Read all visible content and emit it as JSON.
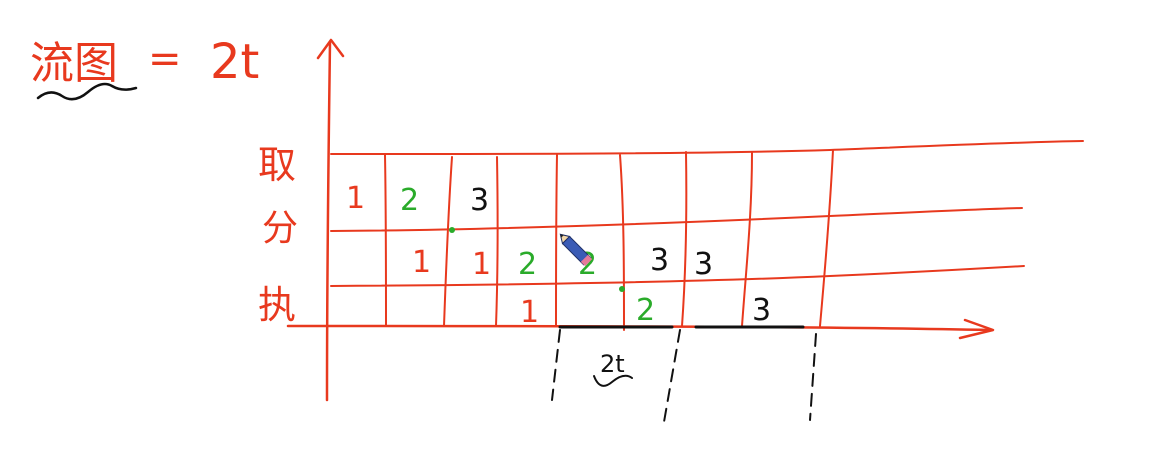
{
  "title": {
    "label": "流图",
    "equals": "=",
    "value": "2t"
  },
  "rows": [
    {
      "label": "取"
    },
    {
      "label": "分"
    },
    {
      "label": "执"
    }
  ],
  "row1_cells": [
    "1",
    "2",
    "3"
  ],
  "row2_cells": [
    "1",
    "1",
    "2",
    "2",
    "3",
    "3"
  ],
  "row3_cells": [
    "1",
    "2",
    "3"
  ],
  "bracket_label": "2t",
  "colors": {
    "red": "#e8391e",
    "green": "#2aab2a",
    "black": "#111111",
    "pencil_blue": "#3a5bb5"
  }
}
